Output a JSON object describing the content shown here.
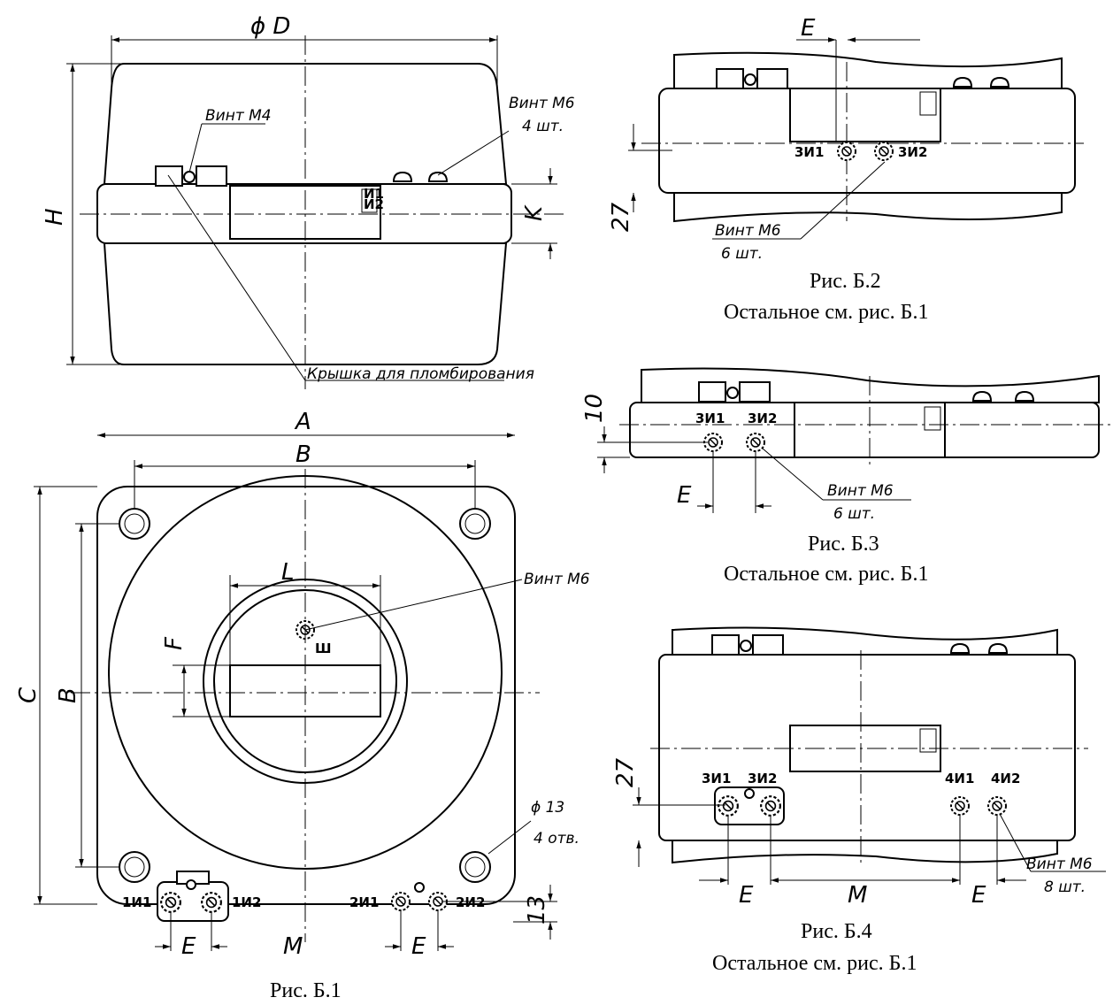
{
  "fig1": {
    "caption": "Рис. Б.1",
    "dims": {
      "D": "ϕ D",
      "H": "H",
      "K": "K",
      "A": "A",
      "B_top": "B",
      "B_side": "B",
      "C": "C",
      "L": "L",
      "F": "F",
      "E_left": "E",
      "M": "M",
      "E_right": "E",
      "d13": "13"
    },
    "notes": {
      "screw_m4": "Винт М4",
      "screw_m6_top": "Винт М6",
      "screw_m6_top_qty": "4 шт.",
      "seal_cover": "Крышка для пломбирования",
      "screw_m6_center": "Винт М6",
      "hole": "ϕ 13",
      "hole_qty": "4 отв."
    },
    "terminals": {
      "sh": "Ш",
      "t1i1": "1И1",
      "t1i2": "1И2",
      "t2i1": "2И1",
      "t2i2": "2И2"
    },
    "nameplate": [
      "И1",
      "И2"
    ]
  },
  "fig2": {
    "caption": "Рис. Б.2",
    "subcaption": "Остальное см. рис. Б.1",
    "dims": {
      "E": "E",
      "d27": "27"
    },
    "notes": {
      "screw": "Винт М6",
      "qty": "6 шт."
    },
    "terminals": {
      "a": "3И1",
      "b": "3И2"
    }
  },
  "fig3": {
    "caption": "Рис. Б.3",
    "subcaption": "Остальное см. рис. Б.1",
    "dims": {
      "E": "E",
      "d10": "10"
    },
    "notes": {
      "screw": "Винт М6",
      "qty": "6 шт."
    },
    "terminals": {
      "a": "3И1",
      "b": "3И2"
    }
  },
  "fig4": {
    "caption": "Рис. Б.4",
    "subcaption": "Остальное см. рис. Б.1",
    "dims": {
      "E1": "E",
      "M": "M",
      "E2": "E",
      "d27": "27"
    },
    "notes": {
      "screw": "Винт М6",
      "qty": "8 шт."
    },
    "terminals": {
      "a": "3И1",
      "b": "3И2",
      "c": "4И1",
      "d": "4И2"
    }
  }
}
